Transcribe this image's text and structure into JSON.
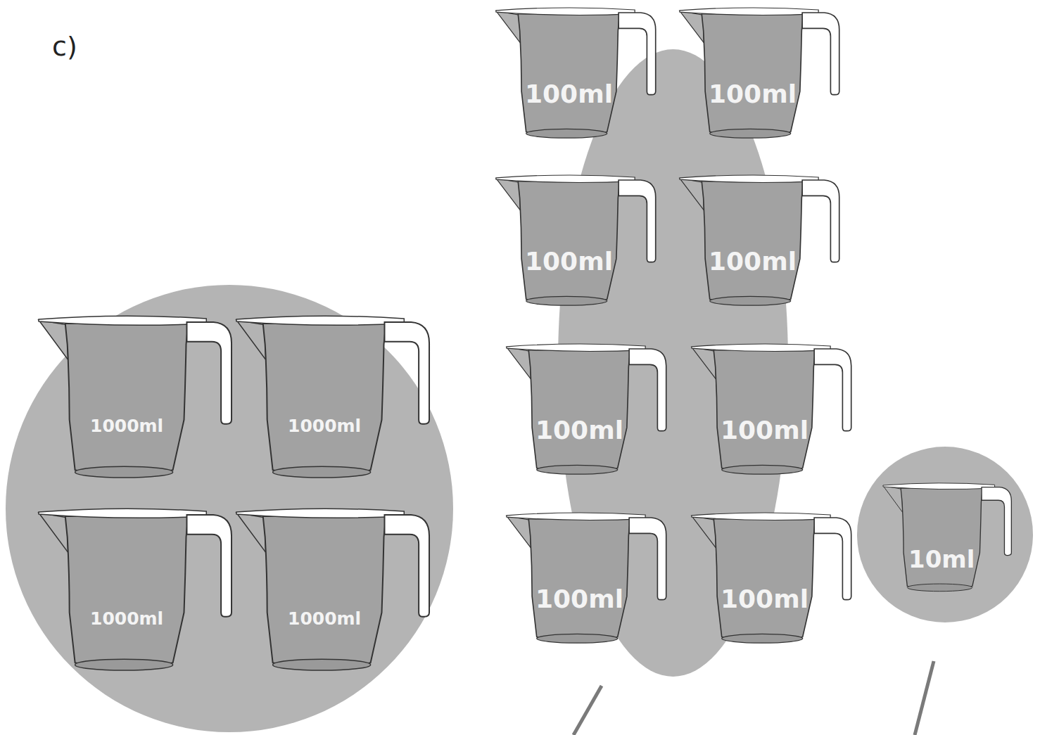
{
  "diagram": {
    "nodes": [
      {
        "text": []
      },
      {
        "text": [
          "1000ml"
        ],
        "in": 0
      },
      {
        "text": [
          "1000ml"
        ],
        "in": 0
      },
      {
        "text": [
          "1000ml"
        ],
        "in": 0
      },
      {
        "text": [
          "1000ml"
        ],
        "in": 0
      },
      {
        "text": []
      },
      {
        "text": [
          "100ml"
        ],
        "in": 5
      },
      {
        "text": [
          "100ml"
        ],
        "in": 5
      },
      {
        "text": [
          "100ml"
        ],
        "in": 5
      },
      {
        "text": [
          "100ml"
        ],
        "in": 5
      },
      {
        "text": [
          "100ml"
        ],
        "in": 5
      },
      {
        "text": [
          "100ml"
        ],
        "in": 5
      },
      {
        "text": [
          "100ml"
        ],
        "in": 5
      },
      {
        "text": [
          "100ml"
        ],
        "in": 5
      },
      {
        "text": []
      },
      {
        "text": [
          "10ml"
        ],
        "in": 14
      }
    ],
    "labels": [
      "c)"
    ]
  }
}
